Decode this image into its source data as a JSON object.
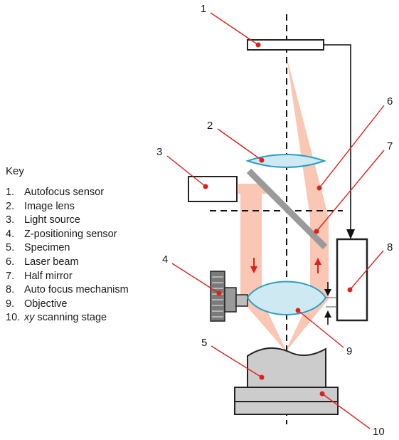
{
  "key": {
    "title": "Key",
    "items": [
      {
        "num": "1.",
        "label": "Autofocus sensor"
      },
      {
        "num": "2.",
        "label": "Image lens"
      },
      {
        "num": "3.",
        "label": "Light source"
      },
      {
        "num": "4.",
        "label": "Z-positioning sensor"
      },
      {
        "num": "5.",
        "label": "Specimen"
      },
      {
        "num": "6.",
        "label": "Laser beam"
      },
      {
        "num": "7.",
        "label": "Half mirror"
      },
      {
        "num": "8.",
        "label": "Auto focus mechanism"
      },
      {
        "num": "9.",
        "label": "Objective"
      },
      {
        "num": "10.",
        "label_italic": "xy",
        "label": " scanning stage"
      }
    ]
  },
  "callouts": [
    "1",
    "2",
    "3",
    "4",
    "5",
    "6",
    "7",
    "8",
    "9",
    "10"
  ],
  "colors": {
    "beam": "#f9c7b4",
    "lens_fill": "#cfe9f3",
    "lens_stroke": "#2a9ec7",
    "leader": "#e0201b",
    "mirror": "#9a9a9a",
    "stage": "#cccccc",
    "specimen": "#cccccc"
  }
}
